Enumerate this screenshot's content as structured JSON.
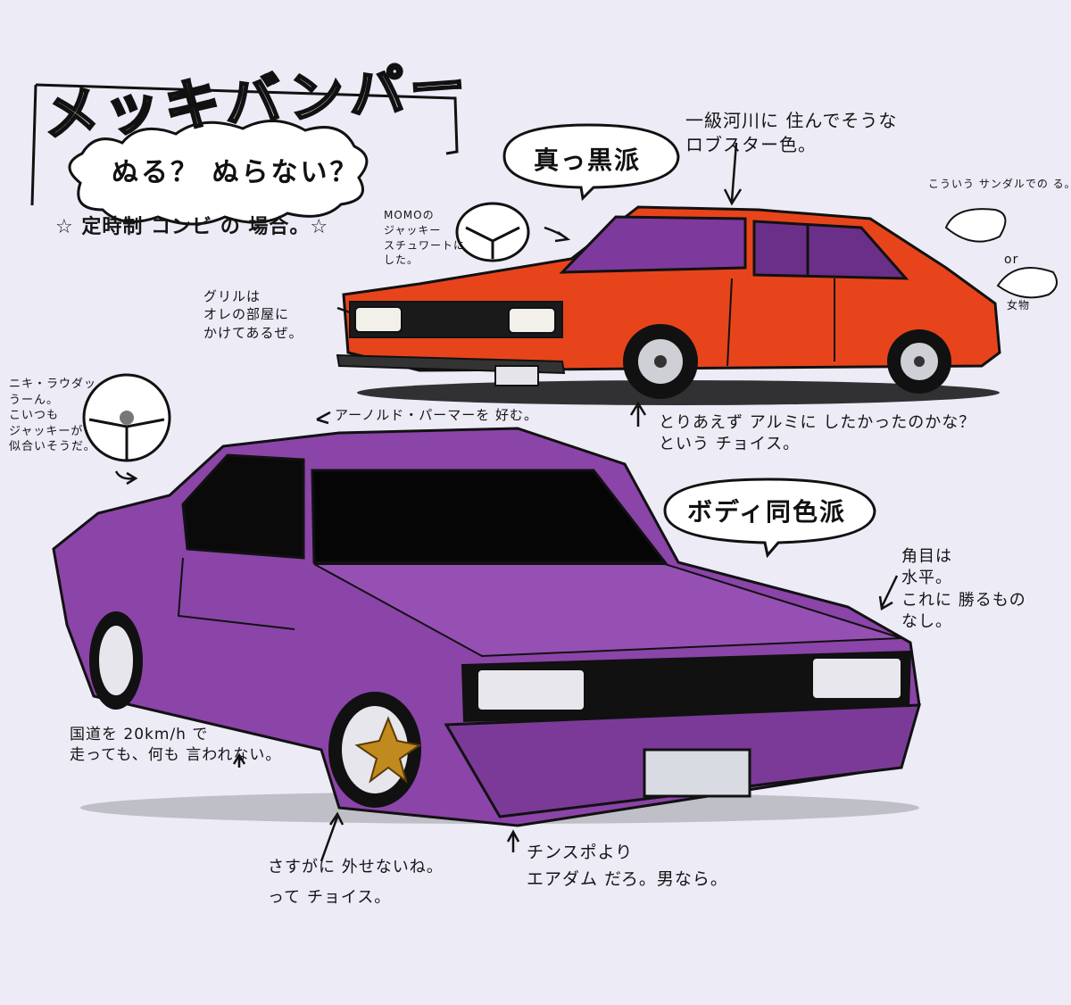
{
  "title": "メッキバンパー",
  "subtitle": "ぬる？ ぬらない？",
  "intro": "☆ 定時制 コンビ の 場合。☆",
  "top_car": {
    "label": "真っ黒派",
    "color_note": "一級河川に 住んでそうな\nロブスター色。",
    "steering_note": "MOMOの\nジャッキー\nスチュワートに\nした。",
    "grille_note": "グリルは\nオレの部屋に\nかけてあるぜ。",
    "shoe_note_1": "こういう サンダルでの る。",
    "shoe_or": "or",
    "shoe_note_2": "女物",
    "wheel_note": "とりあえず アルミに したかったのかな？\nという チョイス。",
    "arnold_note": "アーノルド・パーマーを 好む。"
  },
  "bottom_car": {
    "label": "ボディ同色派",
    "steering_note": "ニキ・ラウダッ\nうーん。\nこいつも\nジャッキーが\n似合いそうだ。",
    "headlight_note": "角目は\n水平。\nこれに 勝るもの\nなし。",
    "speed_note": "国道を 20km/h で\n走っても、何も 言われない。",
    "wheel_note": "さすがに 外せないね。\nって チョイス。",
    "airdam_note": "チンスポより\nエアダム だろ。男なら。"
  },
  "colors": {
    "background": "#ecebf6",
    "top_car_body": "#e8441c",
    "bottom_car_body": "#8b44a8",
    "glass": "#7d3a9c",
    "ink": "#111111"
  }
}
